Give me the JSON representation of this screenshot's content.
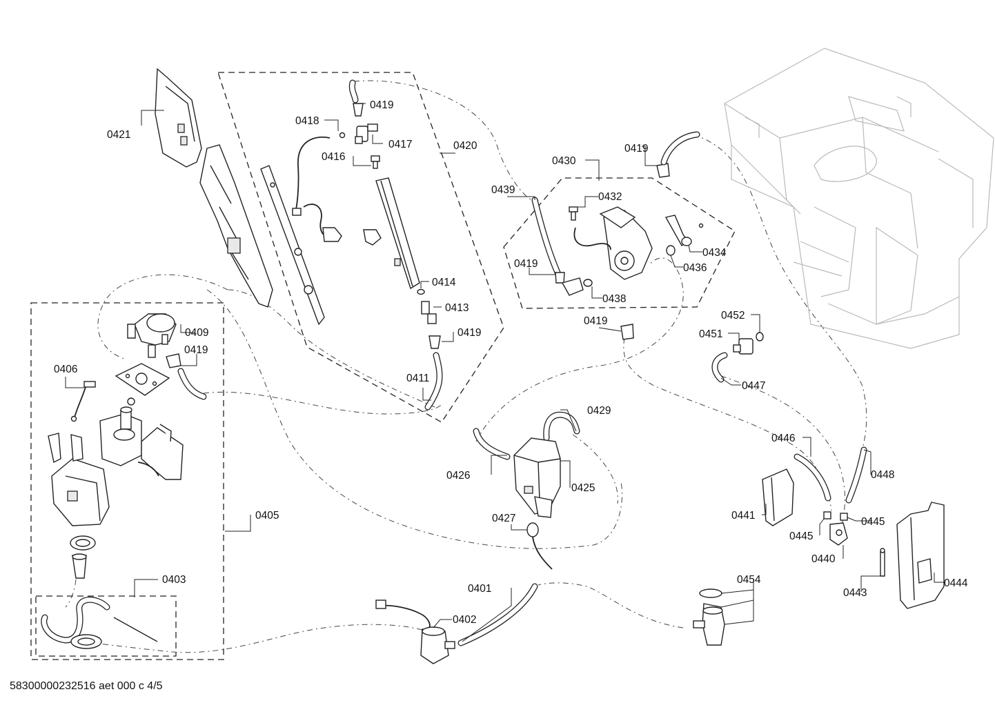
{
  "footer": {
    "drawing_id": "58300000232516 aet 000 c 4/5"
  },
  "callouts": {
    "c0401": "0401",
    "c0402": "0402",
    "c0403": "0403",
    "c0405": "0405",
    "c0406": "0406",
    "c0409": "0409",
    "c0411": "0411",
    "c0413": "0413",
    "c0414": "0414",
    "c0416": "0416",
    "c0417": "0417",
    "c0418": "0418",
    "c0419": "0419",
    "c0420": "0420",
    "c0421": "0421",
    "c0425": "0425",
    "c0426": "0426",
    "c0427": "0427",
    "c0429": "0429",
    "c0430": "0430",
    "c0432": "0432",
    "c0434": "0434",
    "c0436": "0436",
    "c0438": "0438",
    "c0439": "0439",
    "c0440": "0440",
    "c0441": "0441",
    "c0443": "0443",
    "c0444": "0444",
    "c0445": "0445",
    "c0446": "0446",
    "c0447": "0447",
    "c0448": "0448",
    "c0451": "0451",
    "c0452": "0452",
    "c0454": "0454"
  },
  "colors": {
    "line": "#222222",
    "frame_ghost": "#b9b9b9",
    "background": "#ffffff"
  }
}
